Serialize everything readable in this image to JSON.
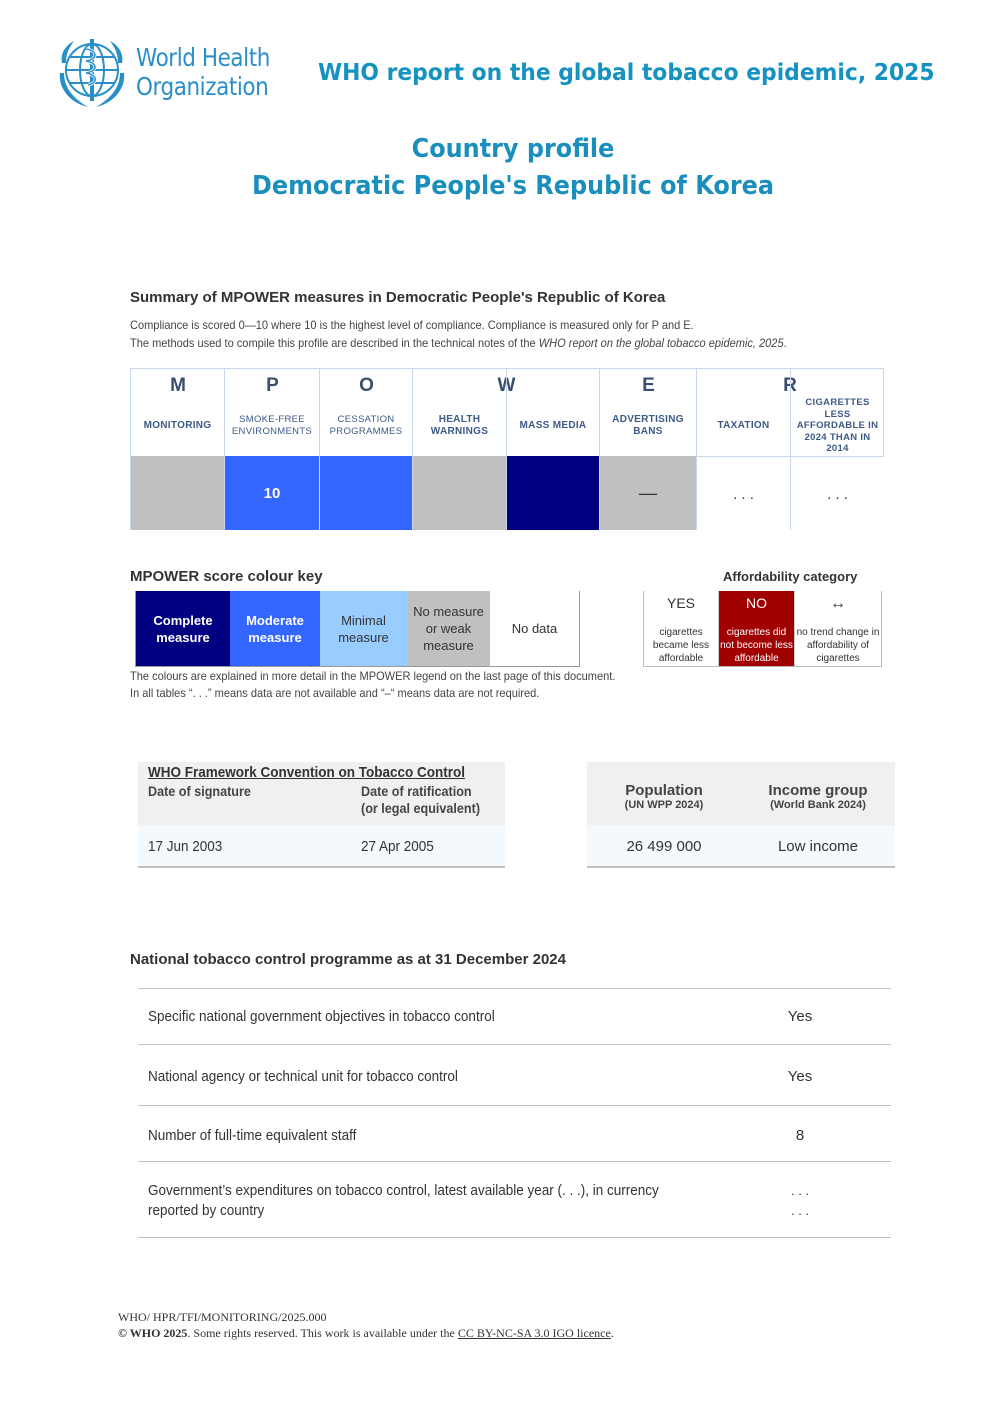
{
  "header": {
    "org_line1": "World Health",
    "org_line2": "Organization",
    "report_title": "WHO report on the global tobacco epidemic, 2025"
  },
  "profile": {
    "title": "Country profile",
    "country": "Democratic People's Republic of Korea"
  },
  "summary": {
    "heading": "Summary of MPOWER measures in Democratic People's Republic of Korea",
    "note1": "Compliance is scored 0—10 where 10 is the highest level of compliance. Compliance is measured only for P and E.",
    "note2_prefix": "The methods used to compile this profile are described in the technical notes of the ",
    "note2_italic": "WHO report on the global tobacco epidemic, 2025",
    "note2_suffix": ".",
    "letters": [
      "M",
      "P",
      "O",
      "W",
      "E",
      "R"
    ],
    "columns": [
      {
        "label": "MONITORING",
        "value": "",
        "color": "#c0c0c0"
      },
      {
        "label": "SMOKE-FREE ENVIRONMENTS",
        "value": "10",
        "color": "#3366ff"
      },
      {
        "label": "CESSATION PROGRAMMES",
        "value": "",
        "color": "#3366ff"
      },
      {
        "label": "HEALTH WARNINGS",
        "value": "",
        "color": "#c0c0c0"
      },
      {
        "label": "MASS MEDIA",
        "value": "",
        "color": "#000080"
      },
      {
        "label": "ADVERTISING BANS",
        "value": "—",
        "color": "#c0c0c0"
      },
      {
        "label": "TAXATION",
        "value": ". . .",
        "color": "#ffffff"
      },
      {
        "label": "CIGARETTES LESS AFFORDABLE IN 2024 THAN IN 2014",
        "value": ". . .",
        "color": "#ffffff"
      }
    ]
  },
  "colour_key": {
    "heading": "MPOWER score colour key",
    "items": [
      {
        "label": "Complete measure",
        "bg": "#000080",
        "fg": "#ffffff"
      },
      {
        "label": "Moderate measure",
        "bg": "#3366ff",
        "fg": "#ffffff"
      },
      {
        "label": "Minimal measure",
        "bg": "#99ccff",
        "fg": "#333333"
      },
      {
        "label": "No measure or weak measure",
        "bg": "#c0c0c0",
        "fg": "#333333"
      },
      {
        "label": "No data",
        "bg": "#ffffff",
        "fg": "#333333"
      }
    ],
    "note1": "The colours are explained in more detail in the MPOWER legend on the last page of this document.",
    "note2": "In all tables “. . .” means data are not available and “–“ means data are not required."
  },
  "affordability": {
    "heading": "Affordability category",
    "items": [
      {
        "head": "YES",
        "desc": "cigarettes became less affordable",
        "bg": "#ffffff",
        "fg": "#333333"
      },
      {
        "head": "NO",
        "desc": "cigarettes did not become less affordable",
        "bg": "#a00000",
        "fg": "#ffffff"
      },
      {
        "head": "↔",
        "desc": "no trend change in affordability of cigarettes",
        "bg": "#ffffff",
        "fg": "#333333"
      }
    ]
  },
  "fctc": {
    "title": "WHO Framework Convention on Tobacco Control",
    "col1_head": "Date of signature",
    "col2_head_line1": "Date of ratification",
    "col2_head_line2": "(or legal equivalent)",
    "signature": "17 Jun 2003",
    "ratification": "27 Apr 2005"
  },
  "population": {
    "pop_head": "Population",
    "pop_source": "(UN WPP 2024)",
    "income_head": "Income group",
    "income_source": "(World Bank 2024)",
    "pop_value": "26 499 000",
    "income_value": "Low income"
  },
  "ntc": {
    "heading": "National tobacco control programme as at 31 December 2024",
    "rows": [
      {
        "label": "Specific national government objectives in tobacco control",
        "value": "Yes"
      },
      {
        "label": "National agency or technical unit for tobacco control",
        "value": "Yes"
      },
      {
        "label": "Number of full-time equivalent staff",
        "value": "8"
      },
      {
        "label_line1": "Government’s expenditures on tobacco control, latest available year (. . .), in currency",
        "label_line2": "reported by country",
        "value1": ". . .",
        "value2": ". . ."
      }
    ]
  },
  "footer": {
    "code": "WHO/ HPR/TFI/MONITORING/2025.000",
    "copyright_bold": "© WHO 2025",
    "copyright_text": ". Some rights reserved. This work is available under the ",
    "licence_link": "CC BY-NC-SA 3.0 IGO licence",
    "end": "."
  }
}
